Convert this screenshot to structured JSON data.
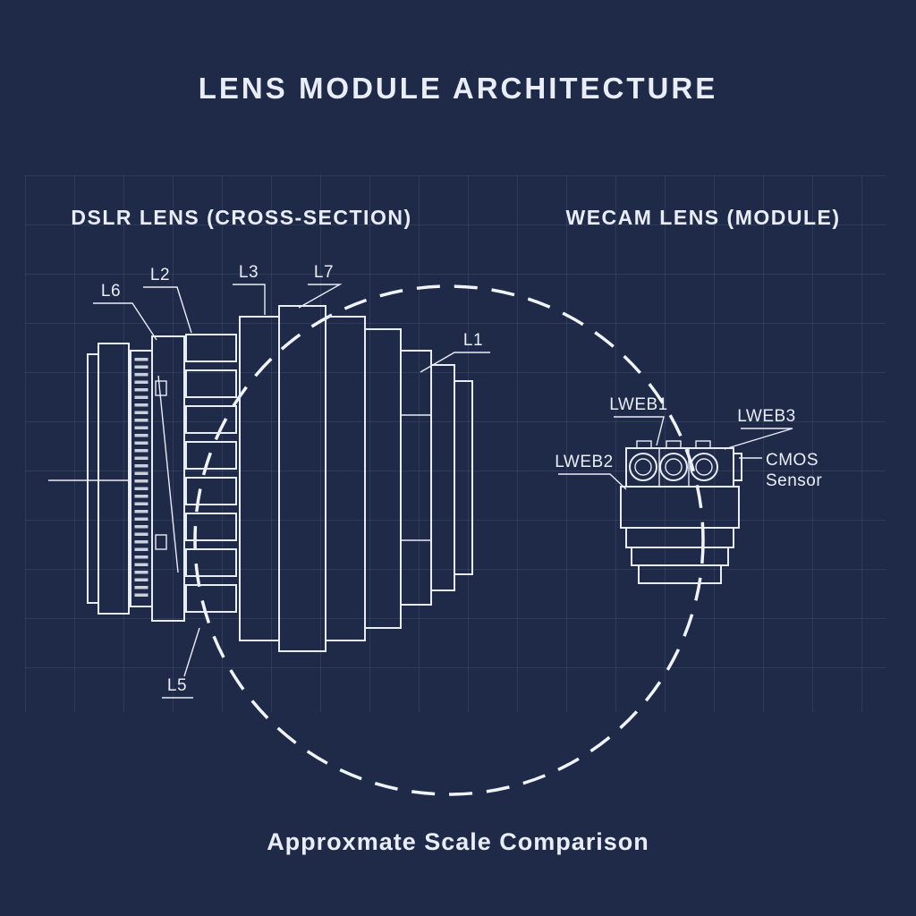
{
  "colors": {
    "background": "#1f2a48",
    "line": "#e8ecf5",
    "text": "#e9edf7",
    "grid": "rgba(150,170,220,0.13)"
  },
  "title": "LENS MODULE ARCHITECTURE",
  "caption": "Approxmate Scale Comparison",
  "sections": {
    "dslr": {
      "heading": "DSLR LENS (CROSS-SECTION)",
      "labels": {
        "l6": "L6",
        "l2": "L2",
        "l3": "L3",
        "l7": "L7",
        "l1": "L1",
        "l5": "L5"
      }
    },
    "webcam": {
      "heading": "WECAM LENS (MODULE)",
      "labels": {
        "lweb1": "LWEB1",
        "lweb2": "LWEB2",
        "lweb3": "LWEB3",
        "cmos_line1": "CMOS",
        "cmos_line2": "Sensor"
      }
    }
  }
}
